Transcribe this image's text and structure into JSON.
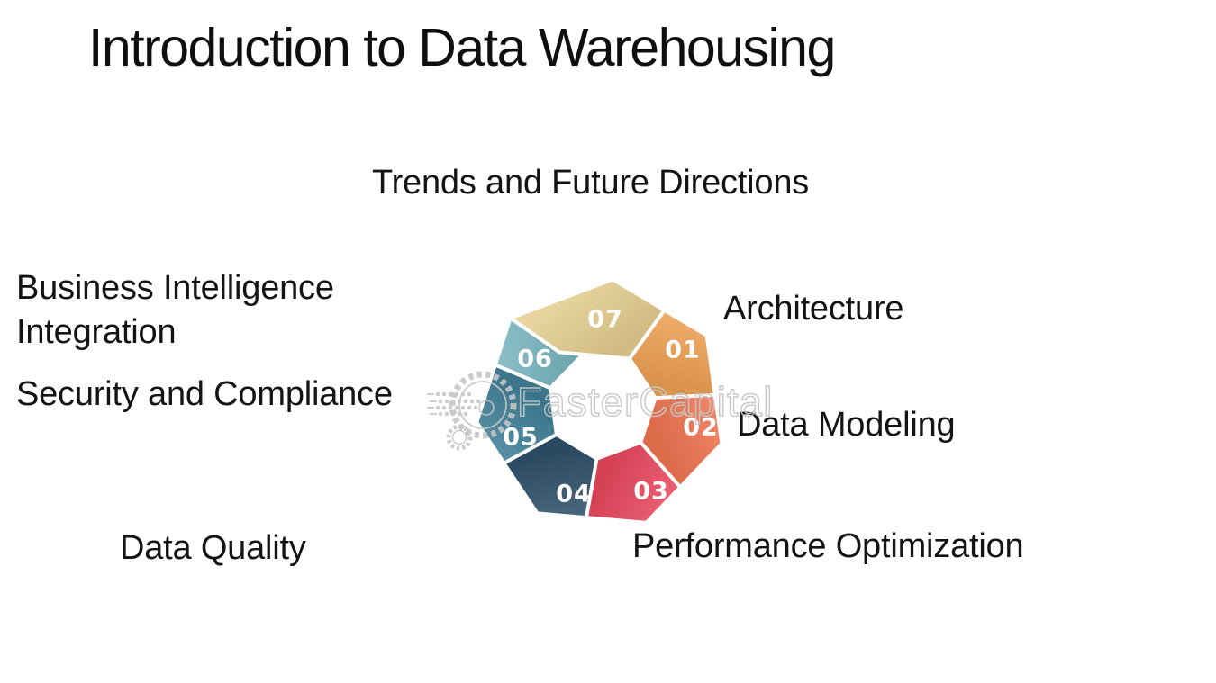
{
  "page": {
    "title": "Introduction to Data Warehousing",
    "background": "#ffffff",
    "text_color": "#141414"
  },
  "diagram": {
    "type": "circular-process-heptagon",
    "watermark": "FasterCapital",
    "stroke_color": "#ffffff",
    "number_color": "#ffffff",
    "steps": [
      {
        "num": "01",
        "label": "Architecture",
        "color": "#eda053"
      },
      {
        "num": "02",
        "label": "Data Modeling",
        "color": "#ef7450"
      },
      {
        "num": "03",
        "label": "Performance Optimization",
        "color": "#e8485e"
      },
      {
        "num": "04",
        "label": "Data Quality",
        "color": "#2e5069"
      },
      {
        "num": "05",
        "label": "Security and Compliance",
        "color": "#3f7f97"
      },
      {
        "num": "06",
        "label": "Business Intelligence Integration",
        "color": "#79b6c0"
      },
      {
        "num": "07",
        "label": "Trends and Future Directions",
        "color": "#e3cd8e"
      }
    ]
  }
}
